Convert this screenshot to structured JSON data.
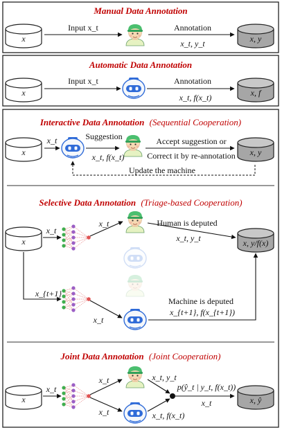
{
  "panels": {
    "manual": {
      "title": "Manual Data Annotation",
      "db_in": "x",
      "input_label": "Input x_t",
      "annotation_label": "Annotation",
      "annotation_value": "x_t, y_t",
      "db_out": "x, y"
    },
    "automatic": {
      "title": "Automatic Data Annotation",
      "db_in": "x",
      "input_label": "Input x_t",
      "annotation_label": "Annotation",
      "annotation_value": "x_t, f(x_t)",
      "db_out": "x, f"
    },
    "interactive": {
      "title": "Interactive Data Annotation",
      "subtitle": "(Sequential Cooperation)",
      "db_in": "x",
      "in_edge": "x_t",
      "suggestion_label": "Suggestion",
      "suggestion_value": "x_t, f(x_t)",
      "accept_line1": "Accept suggestion or",
      "accept_line2": "Correct it by re-annotation",
      "update_label": "Update the machine",
      "db_out": "x, y"
    },
    "selective": {
      "title": "Selective Data Annotation",
      "subtitle": "(Triage-based Cooperation)",
      "db_in": "x",
      "in_edge_top": "x_t",
      "to_human": "x_t",
      "human_deputed": "Human is deputed",
      "human_value": "x_t, y_t",
      "in_edge_bottom": "x_{t+1}",
      "to_machine": "x_t",
      "machine_deputed": "Machine is deputed",
      "machine_value": "x_{t+1}, f(x_{t+1})",
      "db_out": "x, y/f(x)"
    },
    "joint": {
      "title": "Joint Data Annotation",
      "subtitle": "(Joint Cooperation)",
      "db_in": "x",
      "in_edge": "x_t",
      "to_human": "x_t",
      "to_machine": "x_t",
      "human_value": "x_t, y_t",
      "machine_value": "x_t, f(x_t)",
      "prob_label": "p(ŷ_t | y_t, f(x_t))",
      "out_edge": "x_t",
      "db_out": "x, ŷ"
    }
  },
  "colors": {
    "title_red": "#c00000",
    "human_hair": "#4bbf6f",
    "human_skin": "#f6d9b3",
    "human_shirt": "#e6f2c2",
    "robot_blue": "#2f6bd8",
    "robot_body": "#f4f7fb",
    "node_green": "#3fae4e",
    "node_purple": "#9b5fc5",
    "node_red": "#e05353",
    "db_gray": "#a6a6a6"
  },
  "icons": [
    "database-icon",
    "human-annotator-icon",
    "robot-annotator-icon",
    "neural-network-icon",
    "merge-node-icon"
  ]
}
